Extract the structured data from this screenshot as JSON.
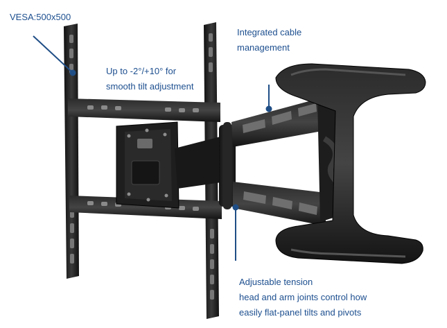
{
  "callouts": {
    "vesa": {
      "line1": "VESA:500x500"
    },
    "tilt": {
      "line1": "Up to  -2°/+10° for",
      "line2": "smooth tilt adjustment"
    },
    "cable": {
      "line1": "Integrated cable",
      "line2": "management"
    },
    "tension": {
      "line1": "Adjustable tension",
      "line2": "head and arm joints control how",
      "line3": "easily flat-panel tilts and pivots"
    }
  },
  "colors": {
    "label_text": "#1d4f8f",
    "leader_line": "#1f4e86",
    "mount_metal": "#1b1b1b",
    "mount_highlight": "#3a3a3a",
    "background": "#ffffff"
  },
  "icons": {
    "product": "tv-wall-mount-illustration"
  }
}
